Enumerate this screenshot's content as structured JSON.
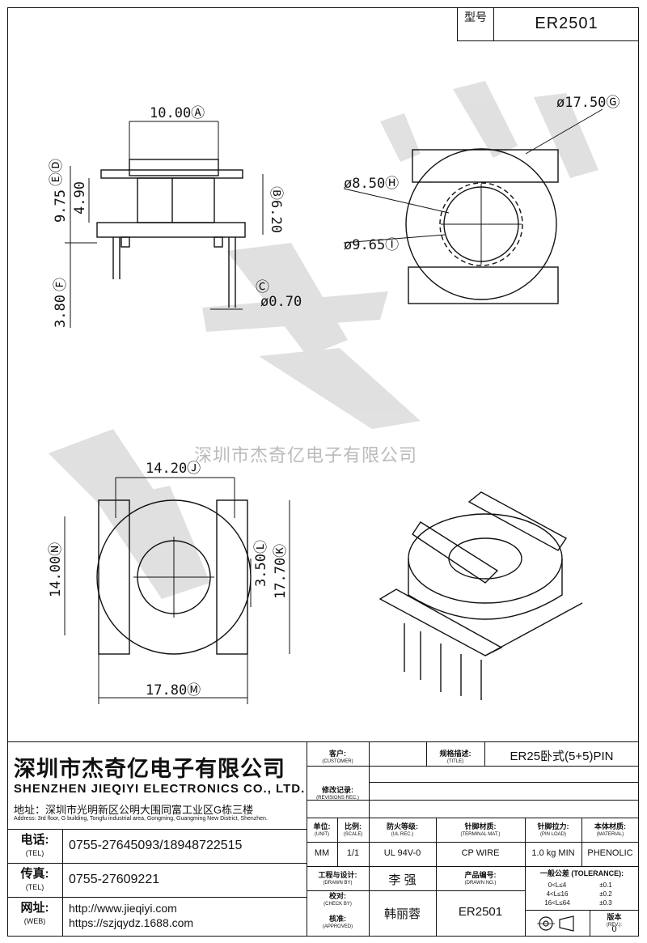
{
  "model": {
    "label": "型号",
    "value": "ER2501"
  },
  "dims": {
    "top_width": "10.00Ⓐ",
    "d_e": "ⒺⒹ",
    "h_975": "9.75",
    "h_490": "4.90",
    "h_620": "Ⓑ6.20",
    "pin_f": "Ⓕ",
    "h_380": "3.80",
    "pin_c": "Ⓒ",
    "pin_d": "ø0.70",
    "g": "ø17.50Ⓖ",
    "h": "ø8.50Ⓗ",
    "i": "ø9.65Ⓘ",
    "j": "14.20Ⓙ",
    "n": "14.00Ⓝ",
    "l": "3.50Ⓛ",
    "k": "17.70Ⓚ",
    "m": "17.80Ⓜ"
  },
  "watermark": "深圳市杰奇亿电子有限公司",
  "company": {
    "name_cn": "深圳市杰奇亿电子有限公司",
    "name_en": "SHENZHEN JIEQIYI ELECTRONICS CO., LTD.",
    "address_cn": "地址：深圳市光明新区公明大围同富工业区G栋三楼",
    "address_en": "Address: 3rd floor, G building, Tongfu industrial area, Gongming, Guangming New District, Shenzhen.",
    "tel_label": "电话:",
    "tel_label_en": "(TEL)",
    "tel": "0755-27645093/18948722515",
    "fax_label": "传真:",
    "fax_label_en": "(TEL)",
    "fax": "0755-27609221",
    "web_label": "网址:",
    "web_label_en": "(WEB)",
    "web1": "http://www.jieqiyi.com",
    "web2": "https://szjqydz.1688.com"
  },
  "titleblock": {
    "customer": "客户:",
    "customer_en": "(CUSTOMER)",
    "title": "规格描述:",
    "title_en": "(TITLE)",
    "title_val": "ER25卧式(5+5)PIN",
    "rev": "修改记录:",
    "rev_en": "(REVISIONS REC.)",
    "unit": "单位:",
    "unit_en": "(UNIT)",
    "unit_val": "MM",
    "scale": "比例:",
    "scale_en": "(SCALE)",
    "scale_val": "1/1",
    "ulrec": "防火等级:",
    "ulrec_en": "(UL REC.)",
    "ulrec_val": "UL 94V-0",
    "term": "针脚材质:",
    "term_en": "(TERMINAL MAT.)",
    "term_val": "CP WIRE",
    "load": "针脚拉力:",
    "load_en": "(PIN LOAD)",
    "load_val": "1.0 kg MIN",
    "mat": "本体材质:",
    "mat_en": "(MATERIAL)",
    "mat_val": "PHENOLIC",
    "drawn": "工程与设计:",
    "drawn_en": "(DRAWN BY)",
    "drawn_val": "李 强",
    "check": "校对:",
    "check_en": "(CHECK BY)",
    "check_val": "韩丽蓉",
    "approved": "核准:",
    "approved_en": "(APPROVED)",
    "drawno": "产品编号:",
    "drawno_en": "(DRAWN NO.)",
    "drawno_val": "ER2501",
    "tol": "一般公差 (TOLERANCE):",
    "tol1a": "0<L≤4",
    "tol1b": "±0.1",
    "tol2a": "4<L≤16",
    "tol2b": "±0.2",
    "tol3a": "16<L≤64",
    "tol3b": "±0.3",
    "ver": "版本",
    "ver_en": "(REV.):",
    "ver_val": "0"
  }
}
